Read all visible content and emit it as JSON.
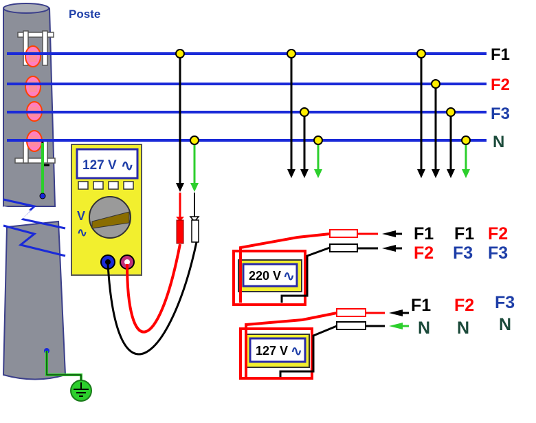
{
  "pole": {
    "title": "Poste"
  },
  "lines": [
    {
      "id": "F1",
      "label": "F1",
      "color": "#000000"
    },
    {
      "id": "F2",
      "label": "F2",
      "color": "#ff0000"
    },
    {
      "id": "F3",
      "label": "F3",
      "color": "#1f3fa8"
    },
    {
      "id": "N",
      "label": "N",
      "color": "#1b4a3a"
    }
  ],
  "multimeter": {
    "reading": "127 V",
    "ac_symbol": "∿",
    "dial_letter": "V",
    "dial_ac": "∿"
  },
  "meter_220": {
    "reading": "220 V",
    "ac_symbol": "∿",
    "combos_top": [
      "F1",
      "F1",
      "F2"
    ],
    "combos_bottom": [
      "F2",
      "F3",
      "F3"
    ]
  },
  "meter_127": {
    "reading": "127 V",
    "ac_symbol": "∿",
    "combos_top": [
      "F1",
      "F2",
      "F3"
    ],
    "combos_bottom": [
      "N",
      "N",
      "N"
    ]
  },
  "colors": {
    "line_blue": "#1a2ad8",
    "pole_fill": "#8c8f99",
    "pole_edge": "#3b3f8a",
    "meter_yellow": "#f2ef2e",
    "lead_red": "#ff0000",
    "lead_black": "#000000",
    "ground_green": "#2ccf2c",
    "label_red": "#ff0000",
    "label_blue": "#1f3fa8",
    "label_dark": "#1b4a3a"
  }
}
